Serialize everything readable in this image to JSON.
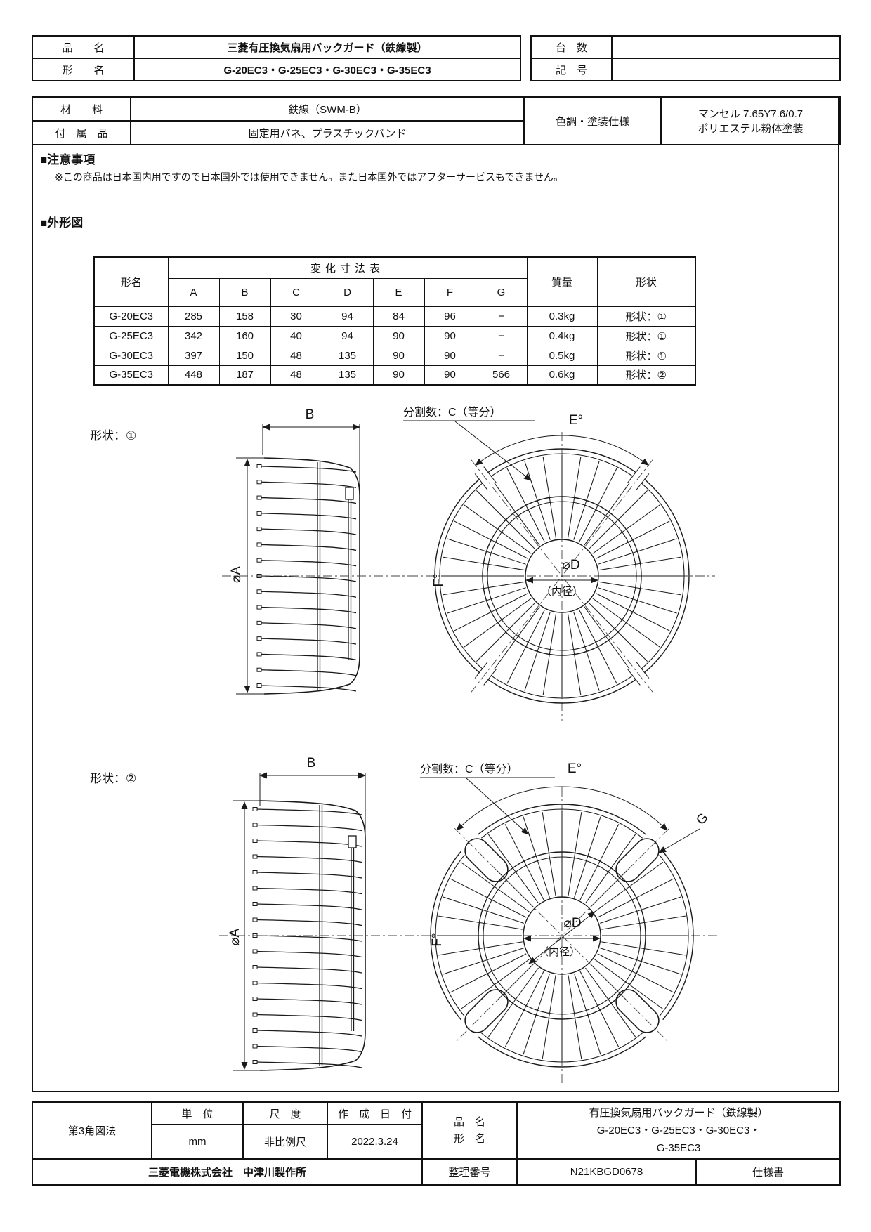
{
  "header": {
    "left_rows": [
      {
        "label": "品　　名",
        "value": "三菱有圧換気扇用バックガード（鉄線製）"
      },
      {
        "label": "形　　名",
        "value": "G-20EC3・G-25EC3・G-30EC3・G-35EC3"
      }
    ],
    "right_rows": [
      {
        "label": "台　数",
        "value": ""
      },
      {
        "label": "記　号",
        "value": ""
      }
    ]
  },
  "materials": {
    "material_label": "材　　料",
    "material_value": "鉄線（SWM-B）",
    "accessory_label": "付　属　品",
    "accessory_value": "固定用バネ、プラスチックバンド",
    "paint_label": "色調・塗装仕様",
    "paint_line1": "マンセル 7.65Y7.6/0.7",
    "paint_line2": "ポリエステル粉体塗装"
  },
  "notes": {
    "heading": "■注意事項",
    "body": "※この商品は日本国内用ですので日本国外では使用できません。また日本国外ではアフターサービスもできません。"
  },
  "outline_heading": "■外形図",
  "dim_table": {
    "model_header": "形名",
    "group_header": "変化寸法表",
    "col_headers": [
      "A",
      "B",
      "C",
      "D",
      "E",
      "F",
      "G"
    ],
    "mass_header": "質量",
    "shape_header": "形状",
    "rows": [
      {
        "model": "G-20EC3",
        "a": "285",
        "b": "158",
        "c": "30",
        "d": "94",
        "e": "84",
        "f": "96",
        "g": "−",
        "mass": "0.3kg",
        "shape": "形状：①"
      },
      {
        "model": "G-25EC3",
        "a": "342",
        "b": "160",
        "c": "40",
        "d": "94",
        "e": "90",
        "f": "90",
        "g": "−",
        "mass": "0.4kg",
        "shape": "形状：①"
      },
      {
        "model": "G-30EC3",
        "a": "397",
        "b": "150",
        "c": "48",
        "d": "135",
        "e": "90",
        "f": "90",
        "g": "−",
        "mass": "0.5kg",
        "shape": "形状：①"
      },
      {
        "model": "G-35EC3",
        "a": "448",
        "b": "187",
        "c": "48",
        "d": "135",
        "e": "90",
        "f": "90",
        "g": "566",
        "mass": "0.6kg",
        "shape": "形状：②"
      }
    ]
  },
  "drawing1": {
    "shape_label": "形状：①",
    "dim_b": "B",
    "dim_a": "⌀A",
    "split_label": "分割数：C（等分）",
    "dim_e": "E°",
    "dim_f": "F°",
    "dim_d": "⌀D",
    "bore_note": "（内径）"
  },
  "drawing2": {
    "shape_label": "形状：②",
    "dim_b": "B",
    "dim_a": "⌀A",
    "split_label": "分割数：C（等分）",
    "dim_e": "E°",
    "dim_f": "F°",
    "dim_d": "⌀D",
    "bore_note": "（内径）",
    "dim_g": "G"
  },
  "footer": {
    "projection": "第3角図法",
    "unit_label": "単　位",
    "unit_value": "mm",
    "scale_label": "尺　度",
    "scale_value": "非比例尺",
    "date_label": "作　成　日　付",
    "date_value": "2022.3.24",
    "name_label_1": "品　名",
    "name_label_2": "形　名",
    "product_lines": [
      "有圧換気扇用バックガード（鉄線製）",
      "G-20EC3・G-25EC3・G-30EC3・",
      "G-35EC3"
    ],
    "company": "三菱電機株式会社　中津川製作所",
    "ref_label": "整理番号",
    "ref_value": "N21KBGD0678",
    "doc_type": "仕様書"
  }
}
